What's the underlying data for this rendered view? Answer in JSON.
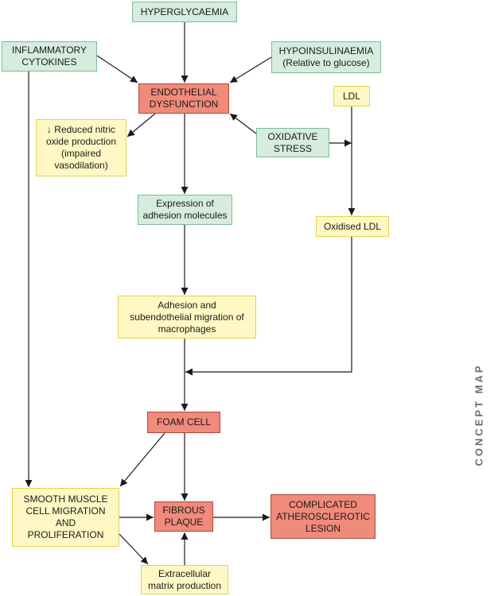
{
  "nodes": {
    "hyperglycaemia": {
      "lines": [
        "HYPERGLYCAEMIA"
      ]
    },
    "inflammatory_cytokines": {
      "lines": [
        "INFLAMMATORY",
        "CYTOKINES"
      ]
    },
    "hypoinsulinaemia": {
      "lines": [
        "HYPOINSULINAEMIA",
        "(Relative to glucose)"
      ]
    },
    "endothelial_dysfunction": {
      "lines": [
        "ENDOTHELIAL",
        "DYSFUNCTION"
      ]
    },
    "ldl": {
      "lines": [
        "LDL"
      ]
    },
    "reduced_nitric_oxide": {
      "lines": [
        "↓ Reduced nitric",
        "oxide production",
        "(impaired",
        "vasodilation)"
      ]
    },
    "oxidative_stress": {
      "lines": [
        "OXIDATIVE",
        "STRESS"
      ]
    },
    "adhesion_molecules": {
      "lines": [
        "Expression of",
        "adhesion molecules"
      ]
    },
    "oxidised_ldl": {
      "lines": [
        "Oxidised LDL"
      ]
    },
    "macrophage_migration": {
      "lines": [
        "Adhesion and",
        "subendothelial migration of",
        "macrophages"
      ]
    },
    "foam_cell": {
      "lines": [
        "FOAM CELL"
      ]
    },
    "smooth_muscle": {
      "lines": [
        "SMOOTH MUSCLE",
        "CELL MIGRATION",
        "AND",
        "PROLIFERATION"
      ]
    },
    "fibrous_plaque": {
      "lines": [
        "FIBROUS",
        "PLAQUE"
      ]
    },
    "complicated_lesion": {
      "lines": [
        "COMPLICATED",
        "ATHEROSCLEROTIC",
        "LESION"
      ]
    },
    "extracellular_matrix": {
      "lines": [
        "Extracellular",
        "matrix production"
      ]
    }
  },
  "side_label": "CONCEPT MAP",
  "colors": {
    "green_fill": "#d6ecdf",
    "yellow_fill": "#fff8c4",
    "red_fill": "#f08a7a",
    "arrow": "#1a1a1a"
  }
}
